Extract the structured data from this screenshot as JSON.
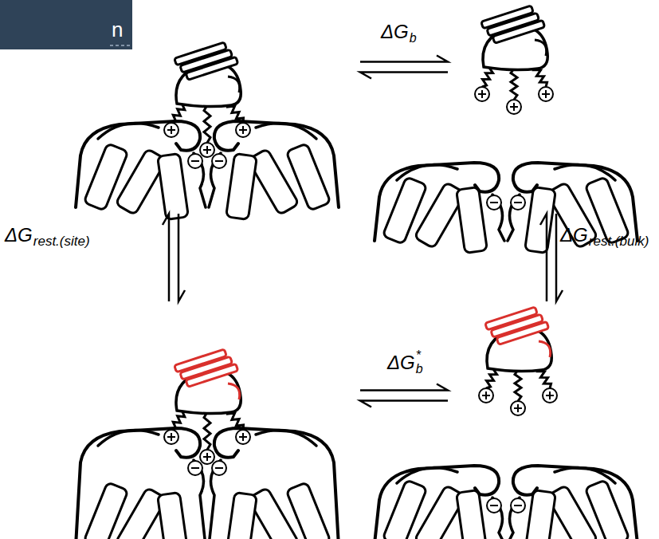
{
  "diagram": {
    "labels": [
      "n",
      "ΔG",
      "b",
      "ΔG",
      "rest.(site)",
      "ΔG",
      "rest.(bulk)",
      "ΔG",
      "*",
      "b"
    ]
  }
}
